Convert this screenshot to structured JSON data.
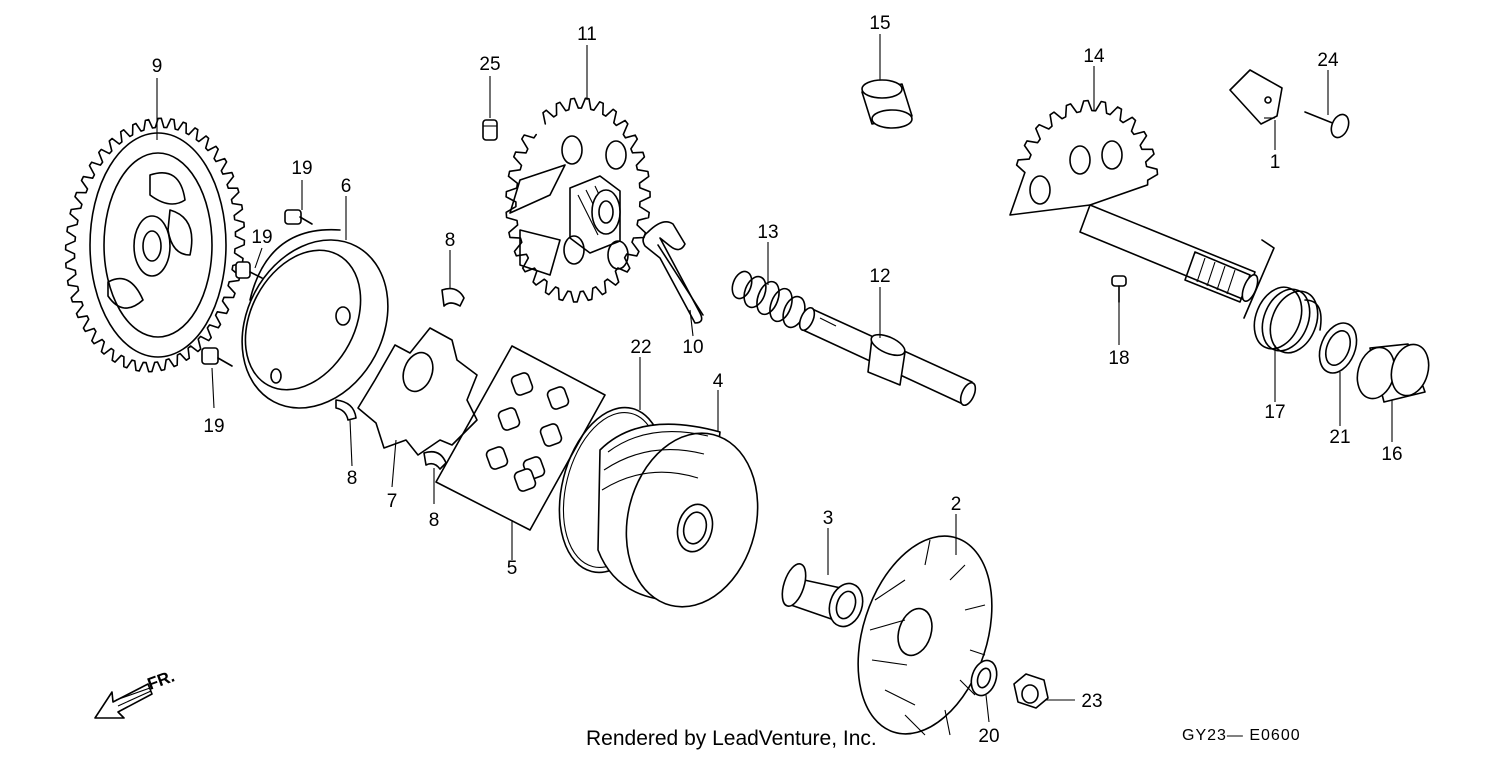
{
  "labels": {
    "n1": "1",
    "n2": "2",
    "n3": "3",
    "n4": "4",
    "n5": "5",
    "n6": "6",
    "n7": "7",
    "n8a": "8",
    "n8b": "8",
    "n8c": "8",
    "n9": "9",
    "n10": "10",
    "n11": "11",
    "n12": "12",
    "n13": "13",
    "n14": "14",
    "n15": "15",
    "n16": "16",
    "n17": "17",
    "n18": "18",
    "n19a": "19",
    "n19b": "19",
    "n19c": "19",
    "n20": "20",
    "n21": "21",
    "n22": "22",
    "n23": "23",
    "n24": "24",
    "n25": "25"
  },
  "footer": {
    "rendered_by": "Rendered by LeadVenture, Inc.",
    "diagram_code": "GY23— E0600",
    "front_marker": "FR."
  }
}
